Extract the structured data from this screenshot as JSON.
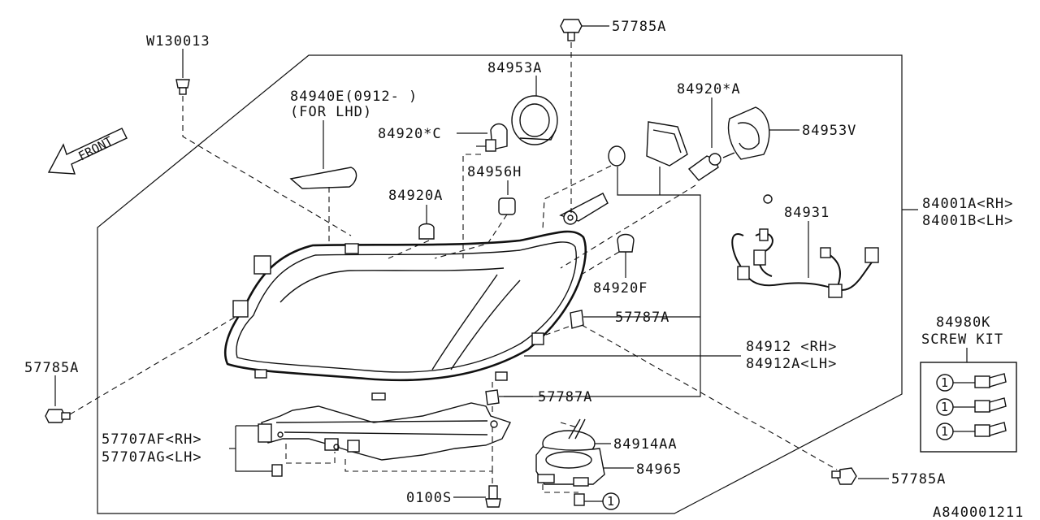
{
  "labels": {
    "w130013": "W130013",
    "p57785a_top": "57785A",
    "p84953a": "84953A",
    "p84940e_line1": "84940E(0912- )",
    "p84940e_line2": "(FOR LHD)",
    "p84920c": "84920*C",
    "p84920a_star": "84920*A",
    "p84953v": "84953V",
    "p84956h": "84956H",
    "p84920a": "84920A",
    "p84001a": "84001A<RH>",
    "p84001b": "84001B<LH>",
    "p84931": "84931",
    "p84920f": "84920F",
    "p57787a_upper": "57787A",
    "p84980k": "84980K",
    "screw_kit": "SCREW KIT",
    "p57785a_left": "57785A",
    "p84912": "84912 <RH>",
    "p84912a": "84912A<LH>",
    "p57787a_lower": "57787A",
    "p57707af": "57707AF<RH>",
    "p57707ag": "57707AG<LH>",
    "p84914aa": "84914AA",
    "p84965": "84965",
    "p57785a_bottom": "57785A",
    "p0100s": "0100S",
    "diagram_id": "A840001211",
    "front": "FRONT"
  },
  "callout_number": "1",
  "screw_kit_callouts": [
    "1",
    "1",
    "1"
  ]
}
